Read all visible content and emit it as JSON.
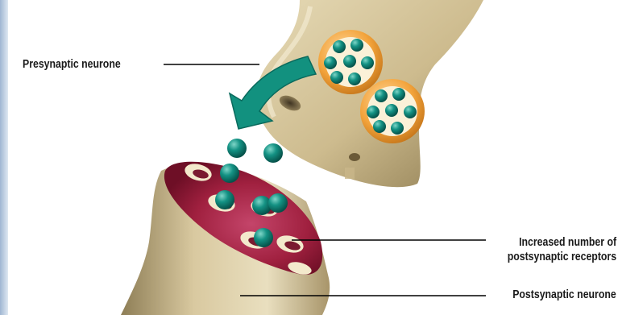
{
  "labels": {
    "presynaptic": "Presynaptic neurone",
    "receptors_line1": "Increased number of",
    "receptors_line2": "postsynaptic receptors",
    "postsynaptic": "Postsynaptic neurone"
  },
  "colors": {
    "background": "#ffffff",
    "left_border": "#b9cbe0",
    "neurone": "#cdbd94",
    "neurone_shadow": "#8e7e56",
    "synapse_face": "#9c1d3c",
    "vesicle": "#f0a23c",
    "neurotransmitter": "#0f8a80",
    "arrow": "#12917f",
    "leader_line": "#000000"
  },
  "icons": [
    "curved-arrow-icon",
    "vesicle-icon",
    "neurotransmitter-molecule-icon",
    "receptor-icon"
  ]
}
